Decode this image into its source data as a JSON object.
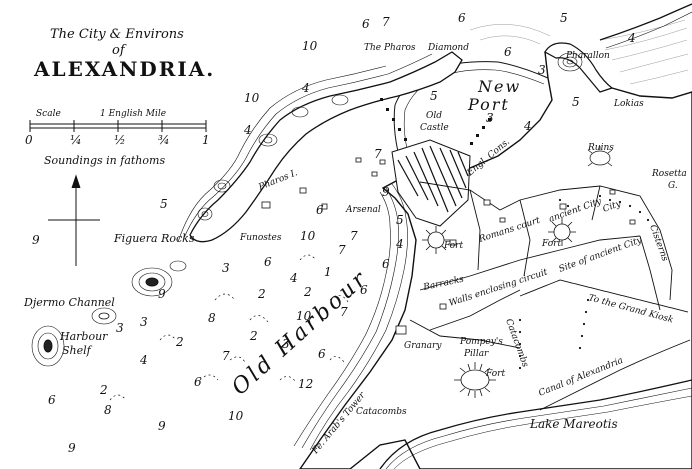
{
  "title": {
    "line1": "The City & Environs",
    "line2": "of",
    "line3": "ALEXANDRIA."
  },
  "scale": {
    "label_left": "Scale",
    "label_right": "1 English Mile",
    "ticks": [
      "0",
      "¼",
      "½",
      "¾",
      "1"
    ]
  },
  "soundings_label": "Soundings in fathoms",
  "labels": {
    "pharos_diamond": "The Pharos",
    "diamond": "Diamond",
    "pharallon": "Pharallon",
    "lokias": "Lokias",
    "new": "New",
    "port": "Port",
    "old_castle_1": "Old",
    "old_castle_2": "Castle",
    "engl_cons": "Engl. Cons.",
    "ruins": "Ruins",
    "rosetta_1": "Rosetta",
    "rosetta_2": "G.",
    "pharos_i": "Pharos I.",
    "arsenal": "Arsenal",
    "fort_arsenal": "Fort",
    "figuera_rocks": "Figuera Rocks",
    "funostes": "Funostes",
    "romans_court": "Romans court",
    "ancient_city": "ancient City",
    "fort_east": "Fort",
    "site_of_ancient_city": "Site of ancient City",
    "city": "City",
    "cisterns": "Cisterns",
    "barracks": "Barracks",
    "walls": "Walls enclosing circuit",
    "catacombs_road": "Catacombs",
    "to_grand_kiosk": "To the Grand Kiosk",
    "djermo_channel": "Djermo Channel",
    "harbour_shelf_1": "Harbour",
    "harbour_shelf_2": "Shelf",
    "old_harbour": "Old Harbour",
    "granary": "Granary",
    "pompeys_pillar_1": "Pompey's",
    "pompeys_pillar_2": "Pillar",
    "fort_pompey": "Fort",
    "canal": "Canal of Alexandria",
    "arabs_tower": "Fe. Arab's Tower",
    "catacombs": "Catacombs",
    "lake_mareotis": "Lake Mareotis"
  },
  "soundings": [
    "7",
    "6",
    "10",
    "6",
    "5",
    "4",
    "3",
    "10",
    "4",
    "5",
    "9",
    "3",
    "4",
    "4",
    "7",
    "7",
    "10",
    "7",
    "6",
    "3",
    "4",
    "2",
    "9",
    "5",
    "3",
    "1",
    "6",
    "7",
    "7",
    "2",
    "6",
    "3",
    "2",
    "9",
    "4",
    "6",
    "8",
    "10",
    "9",
    "2",
    "6",
    "6",
    "3",
    "2",
    "8",
    "9",
    "5",
    "4",
    "10",
    "12",
    "6",
    "6",
    "5"
  ]
}
